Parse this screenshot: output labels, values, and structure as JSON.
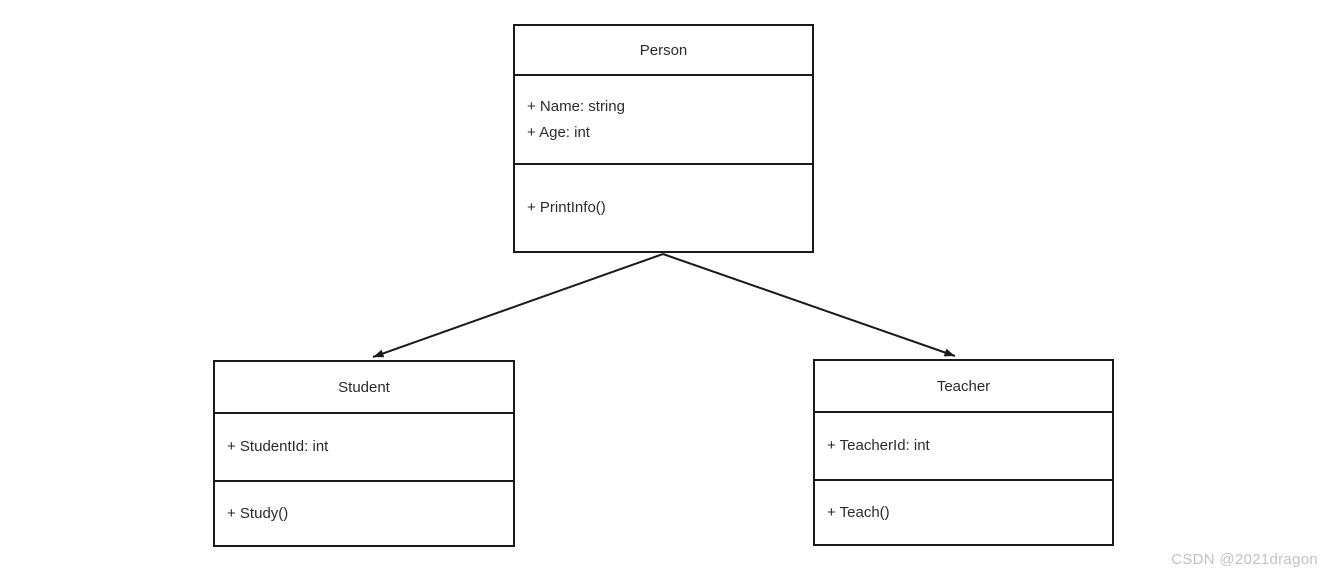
{
  "diagram": {
    "type": "uml-class-diagram",
    "classes": [
      {
        "name": "Person",
        "attributes": [
          "+ Name: string",
          "+ Age: int"
        ],
        "methods": [
          "+ PrintInfo()"
        ]
      },
      {
        "name": "Student",
        "attributes": [
          "+ StudentId: int"
        ],
        "methods": [
          "+ Study()"
        ]
      },
      {
        "name": "Teacher",
        "attributes": [
          "+ TeacherId: int"
        ],
        "methods": [
          "+ Teach()"
        ]
      }
    ],
    "relationships": [
      {
        "from": "Person",
        "to": "Student",
        "kind": "inheritance",
        "arrowhead": "filled-triangle"
      },
      {
        "from": "Person",
        "to": "Teacher",
        "kind": "inheritance",
        "arrowhead": "filled-triangle"
      }
    ],
    "colors": {
      "border": "#1a1a1a",
      "text": "#2b2b2b",
      "canvas": "#ffffff",
      "watermark": "#c2c2c2"
    }
  },
  "watermark": {
    "text": "CSDN @2021dragon"
  }
}
